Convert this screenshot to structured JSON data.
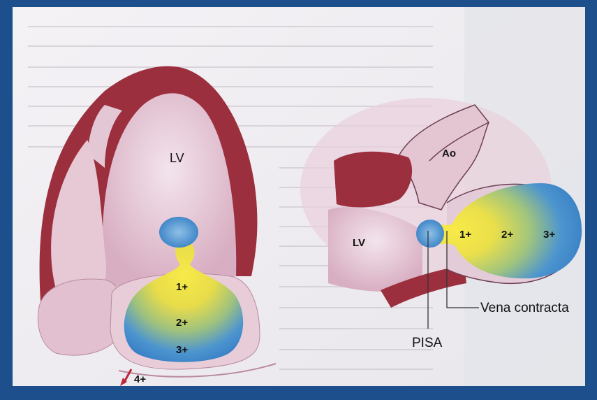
{
  "left_diagram": {
    "chamber_label": "LV",
    "grades": [
      "1+",
      "2+",
      "3+",
      "4+"
    ]
  },
  "right_diagram": {
    "aorta_label": "Ao",
    "chamber_label": "LV",
    "grades": [
      "1+",
      "2+",
      "3+"
    ],
    "callouts": {
      "vena_contracta": "Vena contracta",
      "pisa": "PISA"
    }
  },
  "colors": {
    "frame": "#1c4f8c",
    "paper": "#f1eef2",
    "myocardium": "#9b2f3e",
    "chamber": "#e7c9d6",
    "jet_center": "#f6e64a",
    "jet_edge": "#3d86cc",
    "arrow": "#c0263a"
  }
}
